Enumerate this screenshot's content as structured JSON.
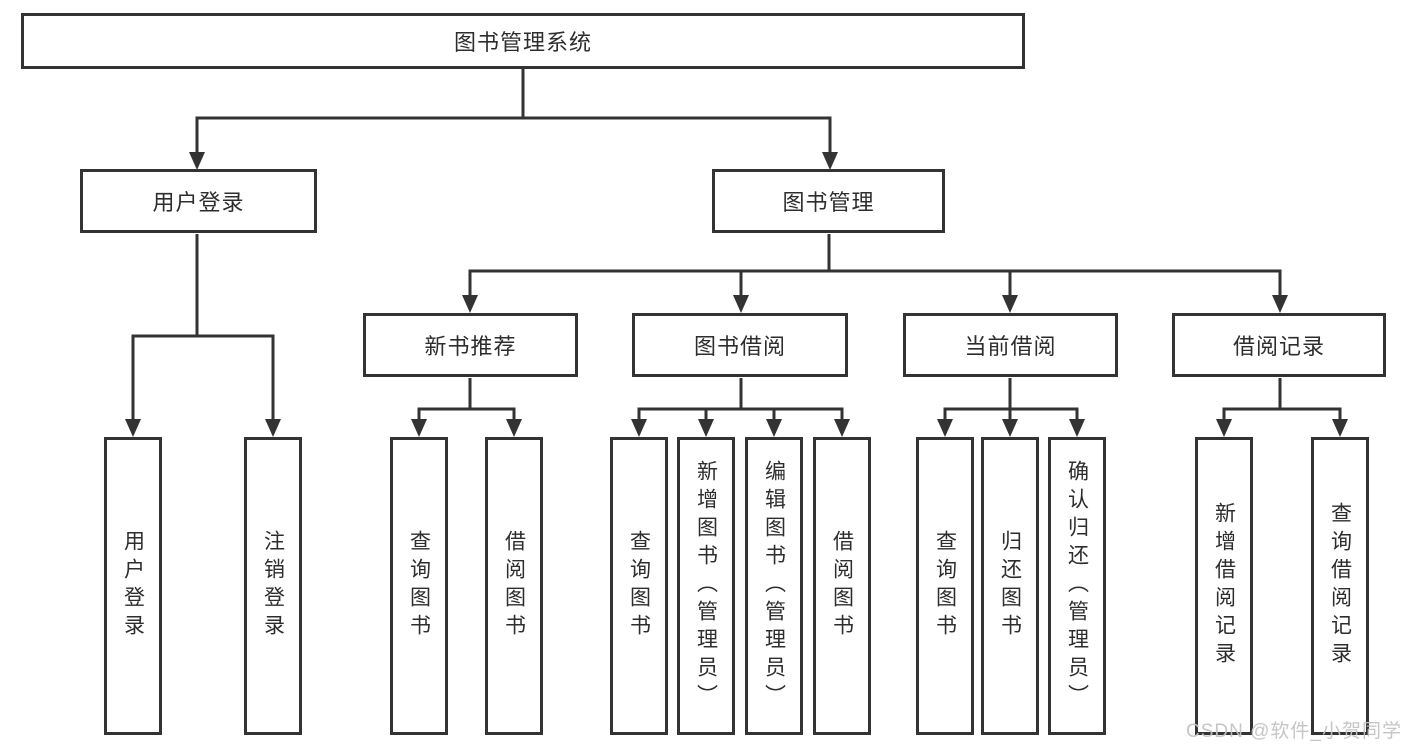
{
  "tree": {
    "root": {
      "label": "图书管理系统"
    },
    "branches": [
      {
        "label": "用户登录",
        "children": [
          {
            "label": "用户登录"
          },
          {
            "label": "注销登录"
          }
        ]
      },
      {
        "label": "图书管理",
        "children": [
          {
            "label": "新书推荐",
            "children": [
              {
                "label": "查询图书"
              },
              {
                "label": "借阅图书"
              }
            ]
          },
          {
            "label": "图书借阅",
            "children": [
              {
                "label": "查询图书"
              },
              {
                "label": "新增图书（管理员）"
              },
              {
                "label": "编辑图书（管理员）"
              },
              {
                "label": "借阅图书"
              }
            ]
          },
          {
            "label": "当前借阅",
            "children": [
              {
                "label": "查询图书"
              },
              {
                "label": "归还图书"
              },
              {
                "label": "确认归还（管理员）"
              }
            ]
          },
          {
            "label": "借阅记录",
            "children": [
              {
                "label": "新增借阅记录"
              },
              {
                "label": "查询借阅记录"
              }
            ]
          }
        ]
      }
    ]
  },
  "watermark": {
    "text": "CSDN @软件_小贺同学"
  },
  "colors": {
    "line": "#333333",
    "text": "#2d2d2d",
    "watermark": "#c3c3c3",
    "background": "#ffffff"
  }
}
